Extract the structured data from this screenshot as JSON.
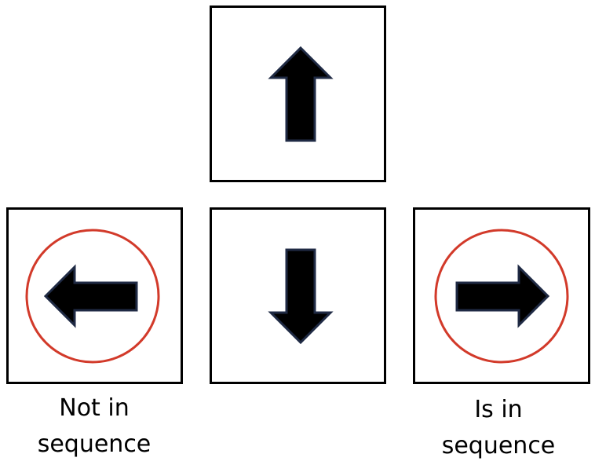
{
  "keys": [
    {
      "direction": "up",
      "icon": "up-arrow-icon",
      "highlighted": false
    },
    {
      "direction": "left",
      "icon": "left-arrow-icon",
      "highlighted": true
    },
    {
      "direction": "down",
      "icon": "down-arrow-icon",
      "highlighted": false
    },
    {
      "direction": "right",
      "icon": "right-arrow-icon",
      "highlighted": true
    }
  ],
  "captions": {
    "left": {
      "line1": "Not in",
      "line2": "sequence"
    },
    "right": {
      "line1": "Is in",
      "line2": "sequence"
    }
  },
  "colors": {
    "arrow_fill": "#000000",
    "arrow_outline": "#1f2a44",
    "highlight_circle": "#d23a2a",
    "key_border": "#000000"
  }
}
